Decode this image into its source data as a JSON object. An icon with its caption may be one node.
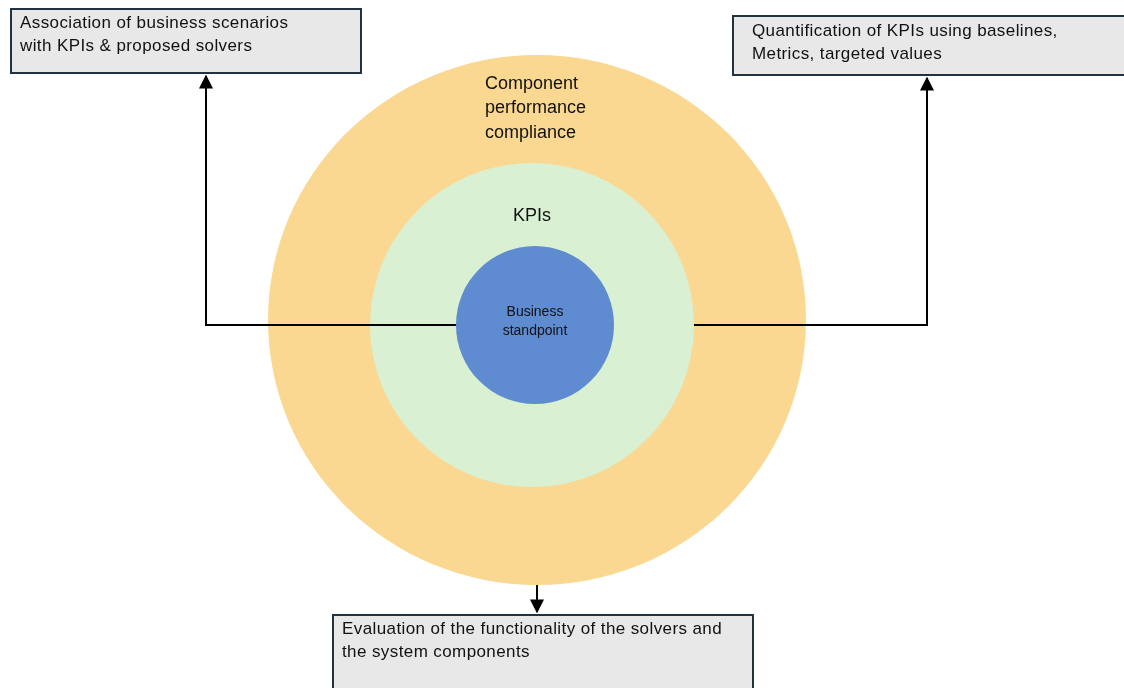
{
  "diagram": {
    "nodes": [
      {
        "text": [
          "Component performance compliance"
        ]
      },
      {
        "text": [
          "KPIs"
        ],
        "in": 0
      },
      {
        "text": [
          "Business standpoint"
        ],
        "in": 1
      },
      {
        "text": [
          "Association of business scenarios with KPIs & proposed solvers"
        ]
      },
      {
        "text": [
          "Quantification of KPIs using baselines, Metrics, targeted values"
        ]
      },
      {
        "text": [
          "Evaluation of the functionality of the solvers and the system components"
        ]
      }
    ],
    "edges": [
      {
        "from": 2,
        "to": 3,
        "arrow": "to"
      },
      {
        "from": 1,
        "to": 4,
        "arrow": "to"
      },
      {
        "from": 0,
        "to": 5,
        "arrow": "to"
      }
    ]
  }
}
